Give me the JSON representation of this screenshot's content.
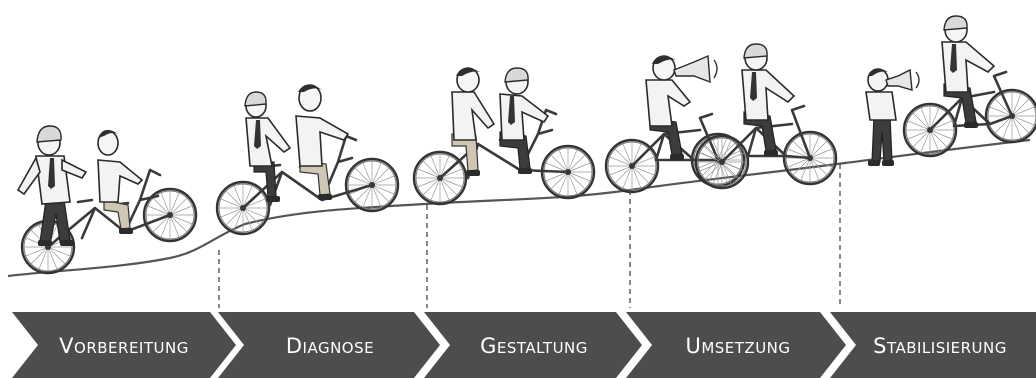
{
  "phases": [
    {
      "label": "Vorbereitung"
    },
    {
      "label": "Diagnose"
    },
    {
      "label": "Gestaltung"
    },
    {
      "label": "Umsetzung"
    },
    {
      "label": "Stabilisierung"
    }
  ],
  "colors": {
    "chevron": "#4d4d4d",
    "chevron_text": "#ffffff",
    "line": "#555555"
  },
  "icons": [
    "tandem-bicycle-icon",
    "single-bicycle-icon",
    "megaphone-icon",
    "cyclist-icon"
  ]
}
